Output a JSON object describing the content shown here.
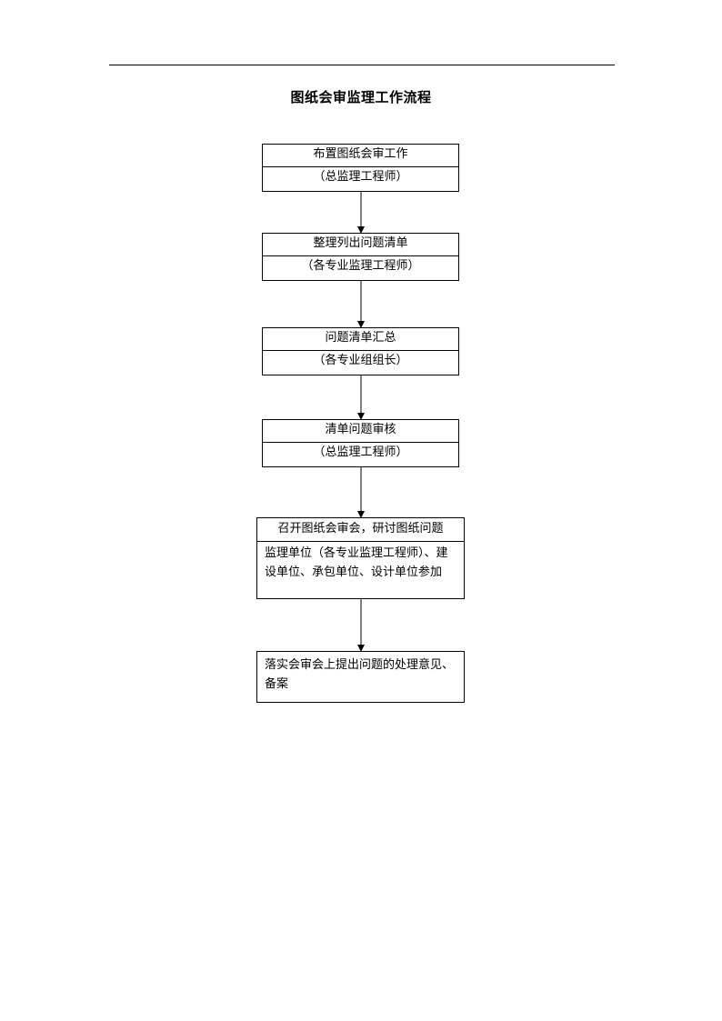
{
  "title": "图纸会审监理工作流程",
  "steps": [
    {
      "title": "布置图纸会审工作",
      "role": "（总监理工程师）"
    },
    {
      "title": "整理列出问题清单",
      "role": "（各专业监理工程师）"
    },
    {
      "title": "问题清单汇总",
      "role": "（各专业组组长）"
    },
    {
      "title": "清单问题审核",
      "role": "（总监理工程师）"
    },
    {
      "title": "召开图纸会审会，研讨图纸问题",
      "detail": "监理单位（各专业监理工程师）、建设单位、承包单位、设计单位参加"
    },
    {
      "text": "落实会审会上提出问题的处理意见、备案"
    }
  ]
}
